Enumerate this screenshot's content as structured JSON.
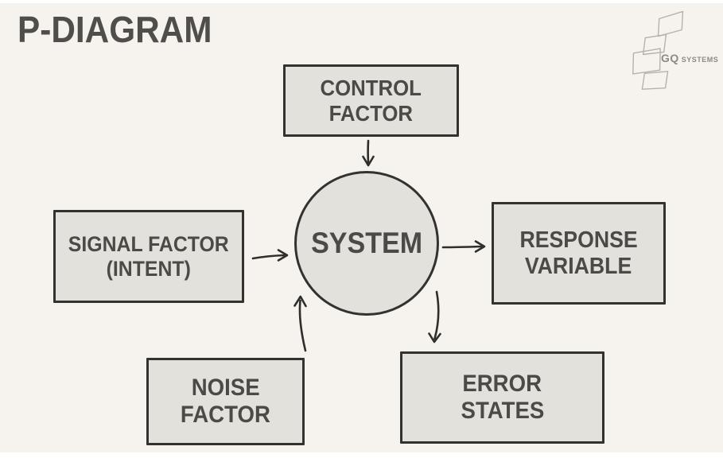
{
  "page": {
    "title": "P-DIAGRAM"
  },
  "logo": {
    "primary": "GQ",
    "secondary": "SYSTEMS"
  },
  "diagram": {
    "center": {
      "label": "SYSTEM"
    },
    "nodes": {
      "control": {
        "line1": "CONTROL",
        "line2": "FACTOR"
      },
      "signal": {
        "line1": "SIGNAL FACTOR",
        "line2": "(INTENT)"
      },
      "response": {
        "line1": "RESPONSE",
        "line2": "VARIABLE"
      },
      "noise": {
        "line1": "NOISE",
        "line2": "FACTOR"
      },
      "error": {
        "line1": "ERROR",
        "line2": "STATES"
      }
    },
    "connections": [
      {
        "from": "control-factor",
        "to": "system"
      },
      {
        "from": "signal-factor-intent",
        "to": "system"
      },
      {
        "from": "system",
        "to": "response-variable"
      },
      {
        "from": "noise-factor",
        "to": "system"
      },
      {
        "from": "system",
        "to": "error-states"
      }
    ],
    "colors": {
      "background": "#f6f3ee",
      "node_fill": "#e3e1dc",
      "node_border": "#33322f",
      "text": "#4b4a47",
      "logo": "#8e8a80"
    }
  }
}
